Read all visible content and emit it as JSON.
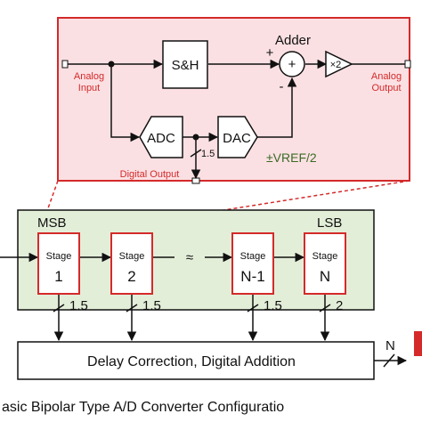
{
  "colors": {
    "detail_fill": "#fbe0e3",
    "detail_border": "#d42a2a",
    "pipeline_fill": "#e3eed8",
    "stage_border": "#d42a2a",
    "label_red": "#d32a2a",
    "vref_green": "#3a6b25"
  },
  "detail": {
    "sh_label": "S&H",
    "adder_label": "Adder",
    "adder_symbol": "+",
    "plus_sign": "+",
    "minus_sign": "-",
    "amp_label": "×2",
    "adc_label": "ADC",
    "dac_label": "DAC",
    "vref_label": "±VREF/2",
    "bits_label": "1.5",
    "analog_input_line1": "Analog",
    "analog_input_line2": "Input",
    "analog_output_line1": "Analog",
    "analog_output_line2": "Output",
    "digital_output": "Digital Output"
  },
  "pipeline": {
    "msb_label": "MSB",
    "lsb_label": "LSB",
    "stage_word": "Stage",
    "stages": [
      {
        "number": "1",
        "bits": "1.5"
      },
      {
        "number": "2",
        "bits": "1.5"
      },
      {
        "number": "N-1",
        "bits": "1.5"
      },
      {
        "number": "N",
        "bits": "2"
      }
    ],
    "ellipsis_glyph": "≈",
    "correction_label": "Delay Correction, Digital Addition",
    "output_bits": "N"
  },
  "caption": "asic Bipolar Type A/D Converter Configuratio"
}
